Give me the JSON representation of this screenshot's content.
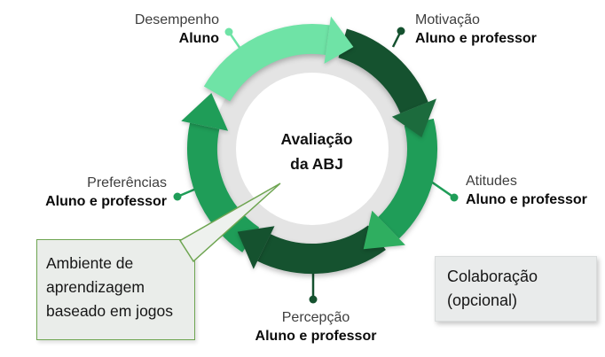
{
  "diagram_type": "cycle",
  "center": {
    "line1": "Avaliação",
    "line2": "da ABJ"
  },
  "nodes": [
    {
      "id": "desempenho",
      "label": "Desempenho",
      "sublabel": "Aluno",
      "color": "#6FE3A6"
    },
    {
      "id": "motivacao",
      "label": "Motivação",
      "sublabel": "Aluno e professor",
      "color": "#15522F"
    },
    {
      "id": "atitudes",
      "label": "Atitudes",
      "sublabel": "Aluno e professor",
      "color": "#1F9D58"
    },
    {
      "id": "percepcao",
      "label": "Percepção",
      "sublabel": "Aluno e professor",
      "color": "#15522F"
    },
    {
      "id": "preferencias",
      "label": "Preferências",
      "sublabel": "Aluno e professor",
      "color": "#1F9D58"
    }
  ],
  "callout": {
    "text": "Ambiente de aprendizagem baseado em jogos"
  },
  "optional_box": {
    "text": "Colaboração (opcional)"
  },
  "colors": {
    "mint": "#6FE3A6",
    "dark": "#15522F",
    "dark_head": "#1C6B3D",
    "medium": "#1F9D58",
    "medium_head": "#2FAE60",
    "ring_gray": "#E4E4E4",
    "inner_white": "#FFFFFF",
    "callout_border": "#6EA551",
    "callout_bg": "#EEF1EE",
    "optional_bg": "#E9EBEB"
  }
}
